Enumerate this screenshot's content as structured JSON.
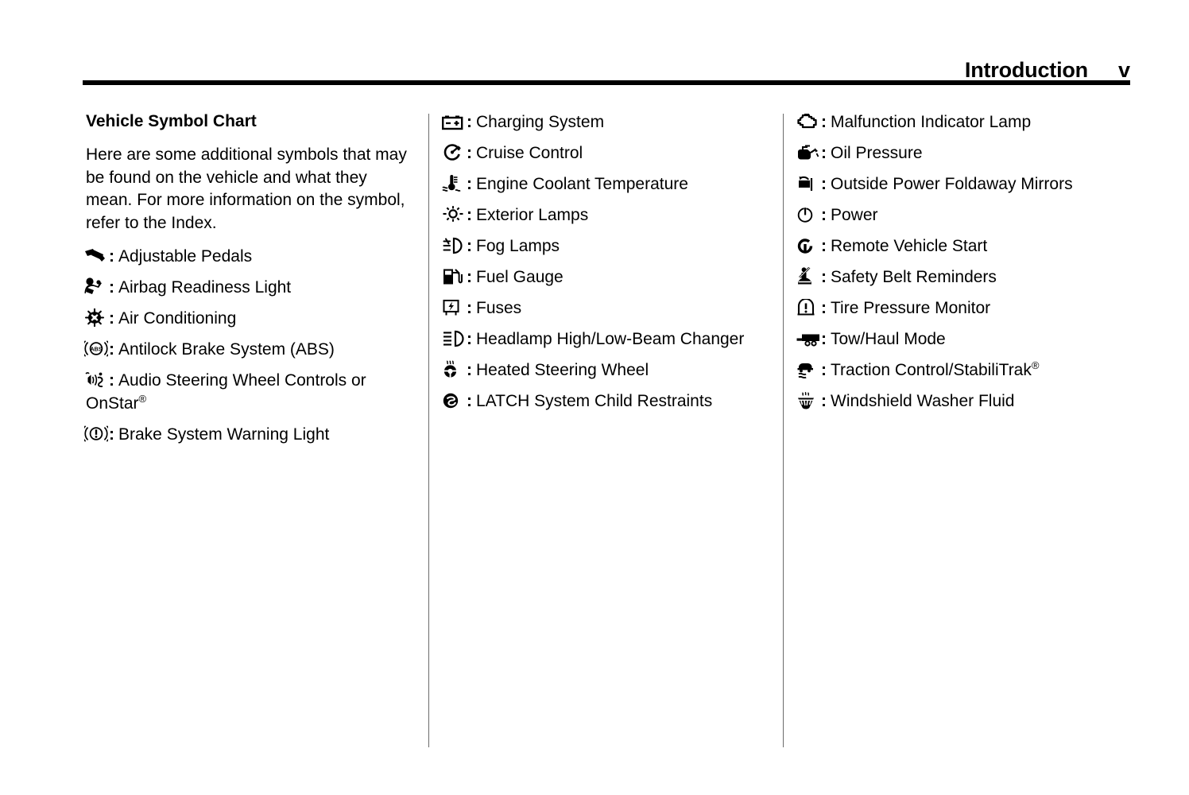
{
  "header": {
    "title": "Introduction",
    "page_number": "v"
  },
  "column_left": {
    "heading": "Vehicle Symbol Chart",
    "intro": "Here are some additional symbols that may be found on the vehicle and what they mean. For more information on the symbol, refer to the Index.",
    "items": [
      {
        "icon": "adjustable-pedals-icon",
        "label": "Adjustable Pedals"
      },
      {
        "icon": "airbag-readiness-icon",
        "label": "Airbag Readiness Light"
      },
      {
        "icon": "air-conditioning-icon",
        "label": "Air Conditioning"
      },
      {
        "icon": "abs-icon",
        "label": "Antilock Brake System (ABS)"
      },
      {
        "icon": "audio-steering-wheel-icon",
        "label": "Audio Steering Wheel Controls or OnStar",
        "superscript": "®"
      },
      {
        "icon": "brake-system-warning-icon",
        "label": "Brake System Warning Light"
      }
    ]
  },
  "column_middle": {
    "items": [
      {
        "icon": "charging-system-icon",
        "label": "Charging System"
      },
      {
        "icon": "cruise-control-icon",
        "label": "Cruise Control"
      },
      {
        "icon": "engine-coolant-temperature-icon",
        "label": "Engine Coolant Temperature"
      },
      {
        "icon": "exterior-lamps-icon",
        "label": "Exterior Lamps"
      },
      {
        "icon": "fog-lamps-icon",
        "label": "Fog Lamps"
      },
      {
        "icon": "fuel-gauge-icon",
        "label": "Fuel Gauge"
      },
      {
        "icon": "fuses-icon",
        "label": "Fuses"
      },
      {
        "icon": "headlamp-beam-changer-icon",
        "label": "Headlamp High/Low-Beam Changer"
      },
      {
        "icon": "heated-steering-wheel-icon",
        "label": "Heated Steering Wheel"
      },
      {
        "icon": "latch-child-restraints-icon",
        "label": "LATCH System Child Restraints"
      }
    ]
  },
  "column_right": {
    "items": [
      {
        "icon": "malfunction-indicator-lamp-icon",
        "label": "Malfunction Indicator Lamp"
      },
      {
        "icon": "oil-pressure-icon",
        "label": "Oil Pressure"
      },
      {
        "icon": "outside-power-foldaway-mirrors-icon",
        "label": "Outside Power Foldaway Mirrors"
      },
      {
        "icon": "power-icon",
        "label": "Power"
      },
      {
        "icon": "remote-vehicle-start-icon",
        "label": "Remote Vehicle Start"
      },
      {
        "icon": "safety-belt-reminders-icon",
        "label": "Safety Belt Reminders"
      },
      {
        "icon": "tire-pressure-monitor-icon",
        "label": "Tire Pressure Monitor"
      },
      {
        "icon": "tow-haul-mode-icon",
        "label": "Tow/Haul Mode"
      },
      {
        "icon": "traction-control-icon",
        "label": "Traction Control/StabiliTrak",
        "superscript": "®"
      },
      {
        "icon": "windshield-washer-fluid-icon",
        "label": "Windshield Washer Fluid"
      }
    ]
  },
  "separator": {
    "colon": ":"
  },
  "colors": {
    "text": "#000000",
    "background": "#ffffff",
    "rule": "#000000",
    "divider": "#6b6b6b"
  }
}
